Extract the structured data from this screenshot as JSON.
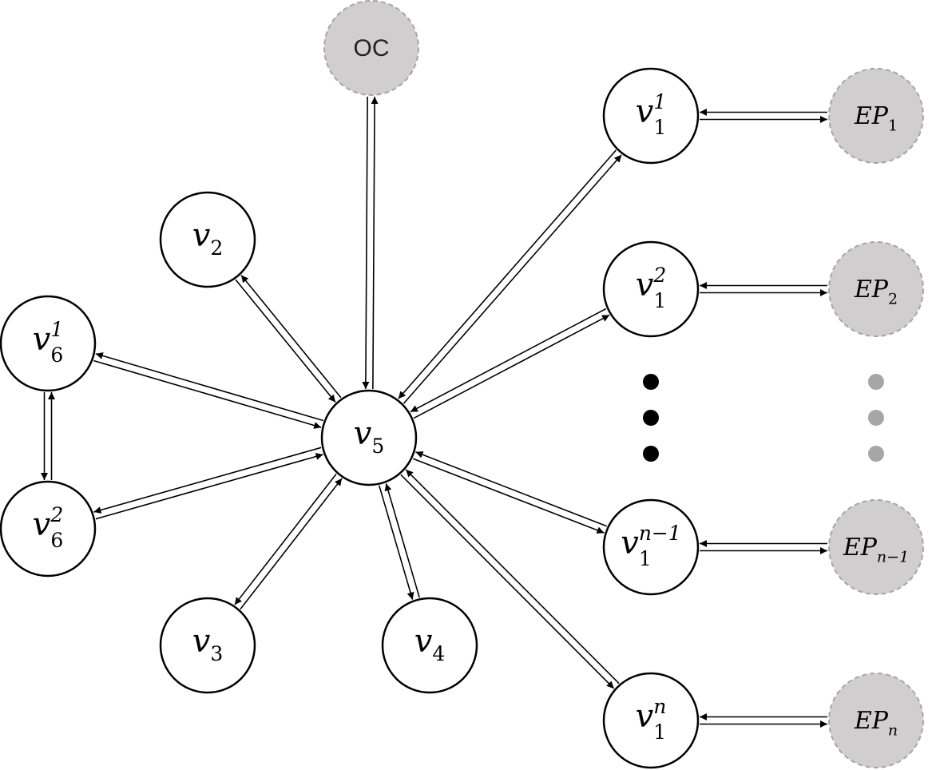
{
  "nodes": {
    "oc": {
      "kind": "gray",
      "base": "OC",
      "sub": "",
      "sup": ""
    },
    "v11": {
      "kind": "white",
      "base": "v",
      "sub": "1",
      "sup": "1"
    },
    "ep1": {
      "kind": "gray",
      "base": "EP",
      "sub": "1",
      "sup": ""
    },
    "v2": {
      "kind": "white",
      "base": "v",
      "sub": "2",
      "sup": ""
    },
    "v12": {
      "kind": "white",
      "base": "v",
      "sub": "1",
      "sup": "2"
    },
    "ep2": {
      "kind": "gray",
      "base": "EP",
      "sub": "2",
      "sup": ""
    },
    "v61": {
      "kind": "white",
      "base": "v",
      "sub": "6",
      "sup": "1"
    },
    "v5": {
      "kind": "white",
      "base": "v",
      "sub": "5",
      "sup": ""
    },
    "v62": {
      "kind": "white",
      "base": "v",
      "sub": "6",
      "sup": "2"
    },
    "v1n1": {
      "kind": "white",
      "base": "v",
      "sub": "1",
      "sup": "n−1"
    },
    "epn1": {
      "kind": "gray",
      "base": "EP",
      "sub": "n−1",
      "sup": ""
    },
    "v3": {
      "kind": "white",
      "base": "v",
      "sub": "3",
      "sup": ""
    },
    "v4": {
      "kind": "white",
      "base": "v",
      "sub": "4",
      "sup": ""
    },
    "v1n": {
      "kind": "white",
      "base": "v",
      "sub": "1",
      "sup": "n"
    },
    "epn": {
      "kind": "gray",
      "base": "EP",
      "sub": "n",
      "sup": ""
    }
  },
  "edges": [
    [
      "v5",
      "oc"
    ],
    [
      "v5",
      "v2"
    ],
    [
      "v5",
      "v61"
    ],
    [
      "v5",
      "v62"
    ],
    [
      "v5",
      "v3"
    ],
    [
      "v5",
      "v4"
    ],
    [
      "v5",
      "v11"
    ],
    [
      "v5",
      "v12"
    ],
    [
      "v5",
      "v1n1"
    ],
    [
      "v5",
      "v1n"
    ],
    [
      "v61",
      "v62"
    ],
    [
      "v11",
      "ep1"
    ],
    [
      "v12",
      "ep2"
    ],
    [
      "v1n1",
      "epn1"
    ],
    [
      "v1n",
      "epn"
    ]
  ],
  "ellipsis_colors": {
    "left": "#000000",
    "right": "#a6a6a6"
  }
}
